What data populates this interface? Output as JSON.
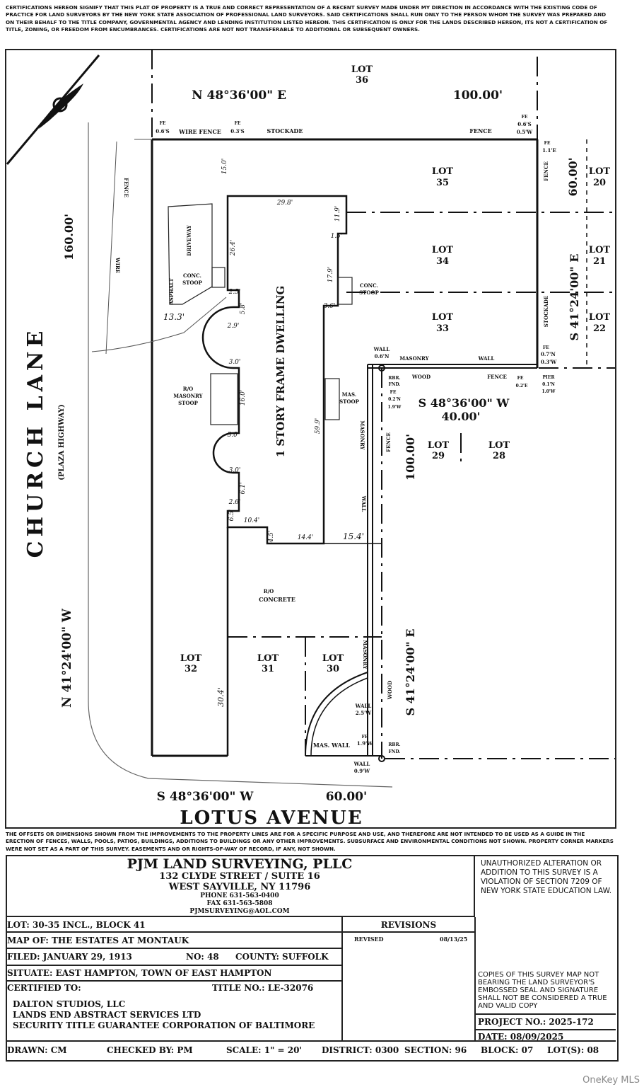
{
  "header_note": "Certifications hereon signify that this plat of property is a true and correct representation of a recent survey made under my direction in accordance with the existing code of practice for land surveyors by the New York State Association of Professional Land Surveyors. Said certifications shall run only to the person whom the survey was prepared and on their behalf to the title company, governmental agency and lending institution listed hereon. This certification is only for the lands described hereon, its not a certification of title, zoning, or freedom from encumbrances. Certifications are not not transferable to additional or subsequent owners.",
  "footer_note": "The offsets or dimensions shown from the improvements to the property lines are for a specific purpose and use, and therefore are not intended to be used as a guide in the erection of fences, walls, pools, patios, buildings, additions to buildings or any other improvements. Subsurface and environmental conditions not shown. Property corner markers were not set as a part of this survey. Easements and or rights-of-way of record, if any, not shown.",
  "streets": {
    "church_lane": "CHURCH LANE",
    "church_lane_alt": "(PLAZA HIGHWAY)",
    "lotus_avenue": "LOTUS AVENUE"
  },
  "bearings": {
    "north": "N 48°36'00\" E",
    "north_dist": "100.00'",
    "east": "S 41°24'00\" E",
    "east_dist": "60.00'",
    "west": "N 41°24'00\" W",
    "west_dist": "160.00'",
    "south": "S 48°36'00\" W",
    "south_dist": "60.00'",
    "inner_south": "S 48°36'00\" W",
    "inner_south_dist": "40.00'",
    "inner_east": "S 41°24'00\" E",
    "inner_east_dist": "100.00'"
  },
  "lots": {
    "lot36": [
      "LOT",
      "36"
    ],
    "lot35": [
      "LOT",
      "35"
    ],
    "lot34": [
      "LOT",
      "34"
    ],
    "lot33": [
      "LOT",
      "33"
    ],
    "lot20": [
      "LOT",
      "20"
    ],
    "lot21": [
      "LOT",
      "21"
    ],
    "lot22": [
      "LOT",
      "22"
    ],
    "lot29": [
      "LOT",
      "29"
    ],
    "lot28": [
      "LOT",
      "28"
    ],
    "lot32": [
      "LOT",
      "32"
    ],
    "lot31": [
      "LOT",
      "31"
    ],
    "lot30": [
      "LOT",
      "30"
    ]
  },
  "labels": {
    "dwelling": "1 STORY FRAME DWELLING",
    "fe_nw": "FE",
    "fe_nw_val": "0.6'S",
    "wire_fence": "WIRE FENCE",
    "fe_n2": "FE",
    "fe_n2_val": "0.3'S",
    "stockade": "STOCKADE",
    "fence_n": "FENCE",
    "fe_ne": "FE",
    "fe_ne_val1": "0.6'S",
    "fe_ne_val2": "0.5'W",
    "fe_ne2": "FE",
    "fe_ne2_val": "1.1'E",
    "fence_e": "FENCE",
    "stockade_e": "STOCKADE",
    "fe_se": "FE",
    "fe_se_val1": "0.7'N",
    "fe_se_val2": "0.3'W",
    "wall_top": "WALL",
    "wall_top_val": "0.6'N",
    "masonry_h": "MASONRY",
    "wall_h": "WALL",
    "rbr_fnd": "RBR.",
    "rbr_fnd2": "FND.",
    "wood": "WOOD",
    "fence_mid": "FENCE",
    "fe_mid": "FE",
    "fe_mid_val": "0.2'E",
    "pier": "PIER",
    "pier_val1": "0.1'N",
    "pier_val2": "1.0'W",
    "fe_in": "FE",
    "fe_in_val1": "0.2'N",
    "fe_in_val2": "1.9'W",
    "mas_stoop1": "MAS.",
    "mas_stoop2": "STOOP",
    "masonry_v": "MASONRY",
    "fence_v": "FENCE",
    "wall_v": "WALL",
    "wire": "WIRE",
    "fence_w": "FENCE",
    "driveway": "DRIVEWAY",
    "asphalt": "ASPHALT",
    "conc_stoop_w1": "CONC.",
    "conc_stoop_w2": "STOOP",
    "conc_stoop_e1": "CONC.",
    "conc_stoop_e2": "STOOP",
    "ro_mas1": "R/O",
    "ro_mas2": "MASONRY",
    "ro_mas3": "STOOP",
    "ro_conc1": "R/O",
    "ro_conc2": "CONCRETE",
    "masonry_s": "MASONRY",
    "wood_s": "WOOD",
    "wall_s1": "WALL",
    "wall_s1_val": "2.5'W",
    "fe_s": "FE",
    "fe_s_val": "1.9'W",
    "mas_wall": "MAS. WALL",
    "rbr_s1": "RBR.",
    "rbr_s2": "FND.",
    "wall_s2": "WALL",
    "wall_s2_val": "0.9'W"
  },
  "dims": {
    "d15": "15.0'",
    "d29_8": "29.8'",
    "d11_9": "11.9'",
    "d1_5": "1.5'",
    "d26_4": "26.4'",
    "d17_9": "17.9'",
    "d2_5a": "2.5'",
    "d5_8": "5.8'",
    "d3_6": "3.6'",
    "d2_9": "2.9'",
    "d13_3": "13.3'",
    "d3_0a": "3.0'",
    "d16_0": "16.0'",
    "d59_9": "59.9'",
    "d3_0b": "3.0'",
    "d3_0c": "3.0'",
    "d6_1": "6.1'",
    "d2_6": "2.6'",
    "d6_5": "6.5'",
    "d10_4": "10.4'",
    "d4_5": "4.5'",
    "d14_4": "14.4'",
    "d15_4": "15.4'",
    "d30_4": "30.4'"
  },
  "title_block": {
    "company": "PJM LAND SURVEYING, PLLC",
    "address1": "132 CLYDE STREET / SUITE 16",
    "address2": "WEST SAYVILLE, NY 11796",
    "phone": "PHONE 631-563-0400",
    "fax": "FAX 631-563-5808",
    "email": "PJMSURVEYING@AOL.COM",
    "warning": "UNAUTHORIZED ALTERATION OR ADDITION TO THIS SURVEY IS A VIOLATION OF SECTION 7209 OF NEW YORK STATE EDUCATION LAW.",
    "copies": "COPIES OF THIS SURVEY MAP NOT BEARING THE LAND SURVEYOR'S EMBOSSED SEAL AND SIGNATURE SHALL NOT BE CONSIDERED A TRUE AND VALID COPY",
    "lot": "LOT: 30-35 INCL., BLOCK 41",
    "map_of": "MAP OF: THE ESTATES AT MONTAUK",
    "filed": "FILED: JANUARY 29, 1913",
    "no": "NO: 48",
    "county": "COUNTY: SUFFOLK",
    "situate": "SITUATE: EAST HAMPTON, TOWN OF EAST HAMPTON",
    "certified_to": "CERTIFIED TO:",
    "title_no": "TITLE NO.: LE-32076",
    "cert1": "DALTON STUDIOS, LLC",
    "cert2": "LANDS END ABSTRACT SERVICES LTD",
    "cert3": "SECURITY TITLE GUARANTEE CORPORATION OF BALTIMORE",
    "revisions": "REVISIONS",
    "revised": "REVISED",
    "revised_date": "08/13/25",
    "project_no": "PROJECT NO.: 2025-172",
    "date": "DATE: 08/09/2025",
    "drawn": "DRAWN: CM",
    "checked": "CHECKED BY: PM",
    "scale": "SCALE: 1\" = 20'",
    "district": "DISTRICT: 0300",
    "section": "SECTION: 96",
    "block": "BLOCK: 07",
    "lots": "LOT(S): 08"
  },
  "watermark": "OneKey MLS"
}
